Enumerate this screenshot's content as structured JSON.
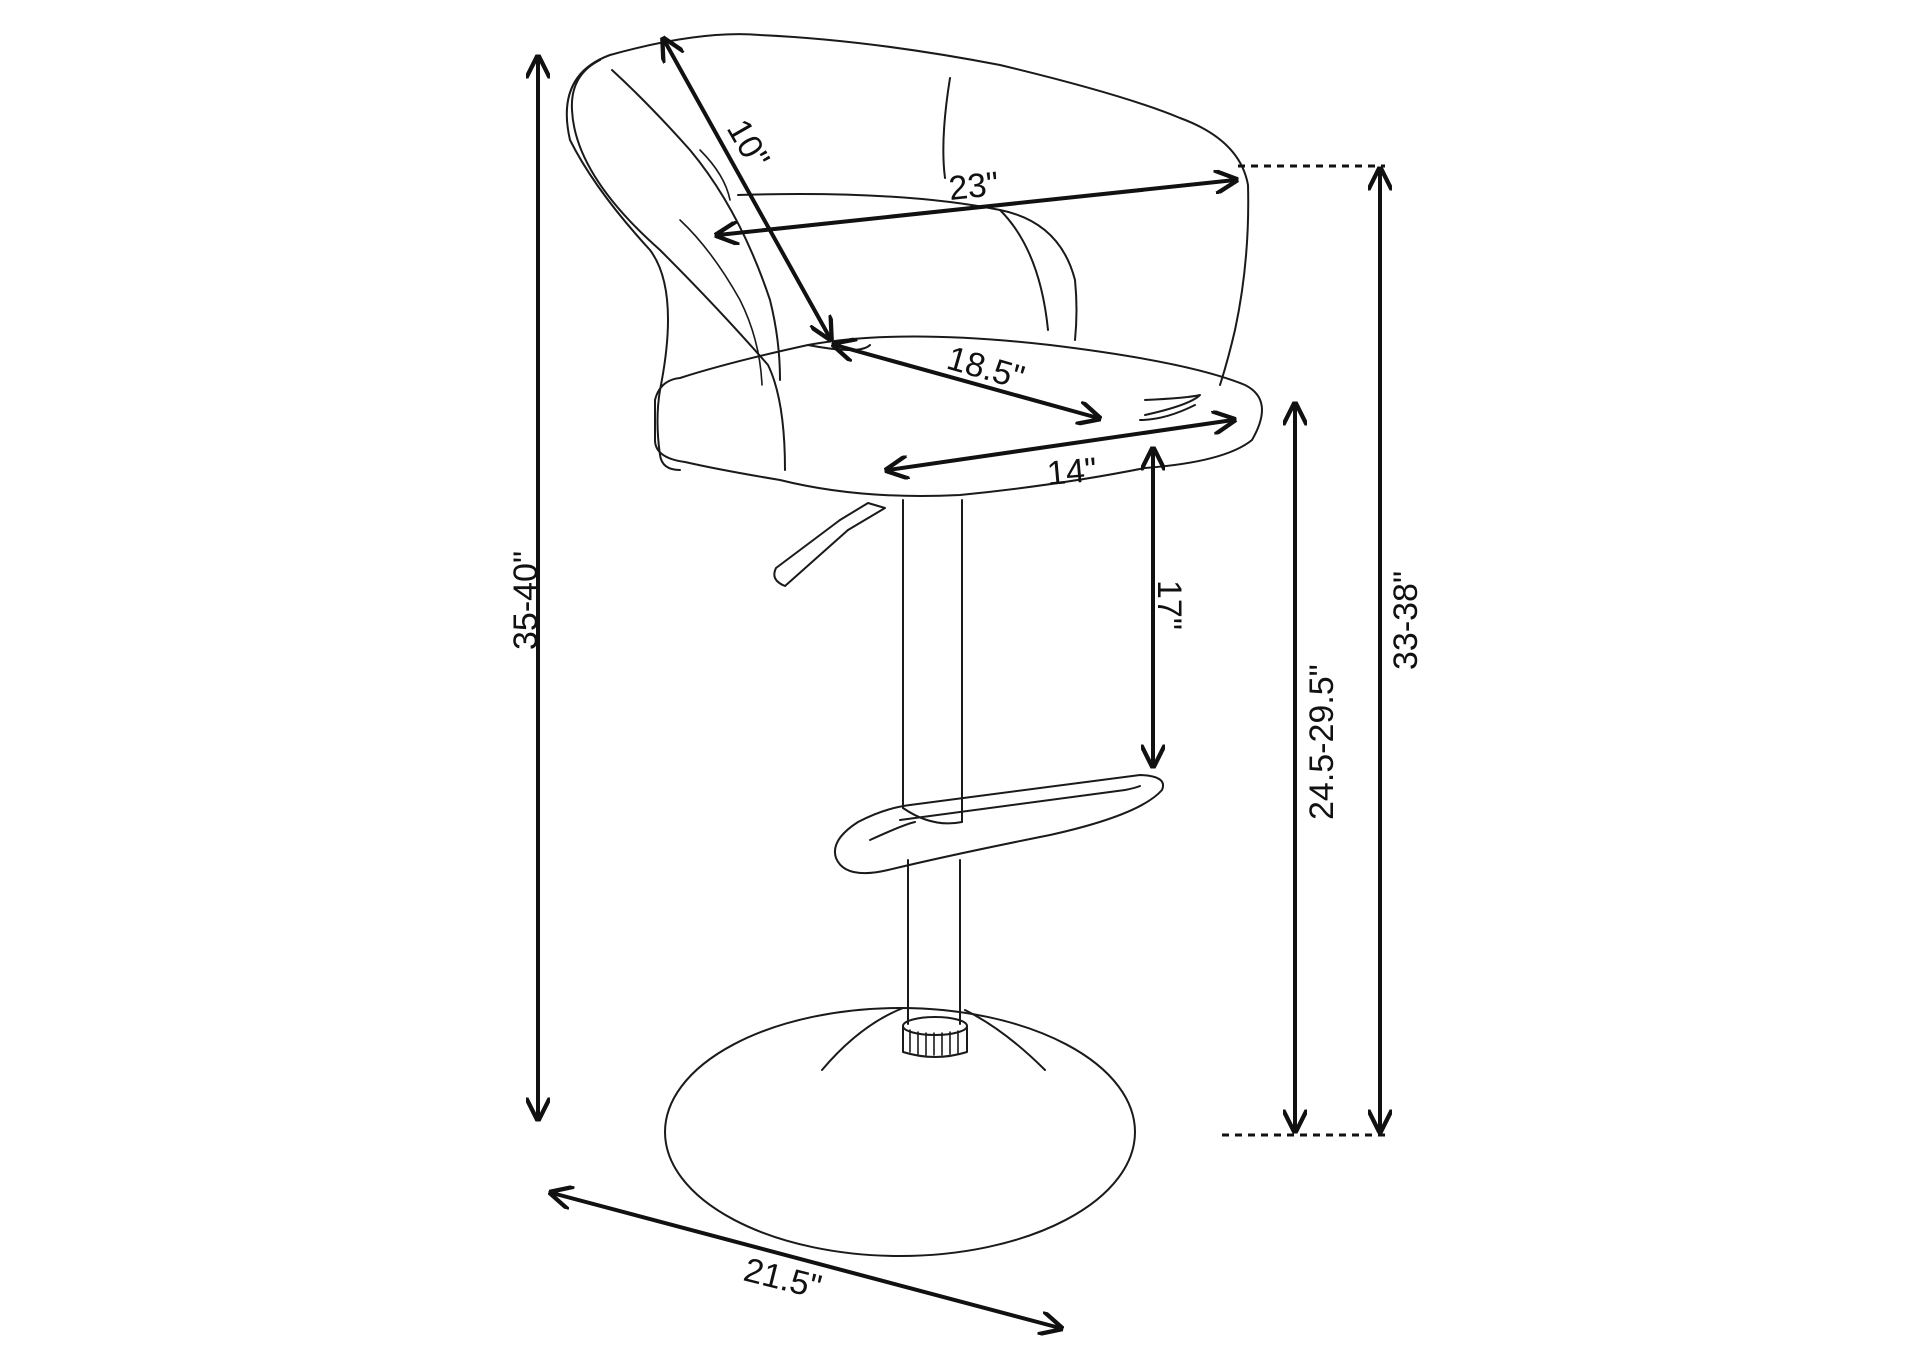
{
  "diagram": {
    "dimensions": {
      "back_height": "10\"",
      "overall_width": "23\"",
      "seat_depth": "18.5\"",
      "seat_width": "14\"",
      "seat_to_footrest": "17\"",
      "overall_height": "35-40\"",
      "seat_height": "24.5-29.5\"",
      "arm_height": "33-38\"",
      "base_diameter": "21.5\""
    }
  }
}
